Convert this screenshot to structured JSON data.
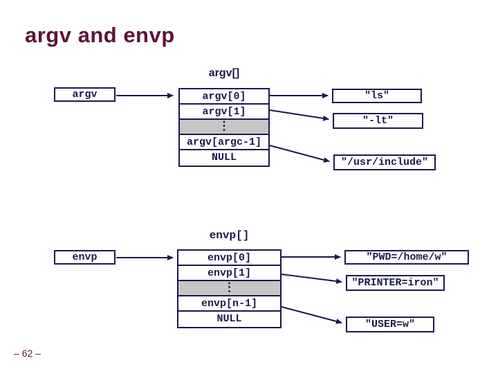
{
  "slide": {
    "title": "argv and envp",
    "page_number": "– 62 –"
  },
  "colors": {
    "title_maroon": "#5E1238",
    "diagram_navy": "#19194B",
    "ellipsis_row_gray": "#C6C6C6"
  },
  "argv": {
    "array_label": "argv[]",
    "pointer_label": "argv",
    "cells": [
      "argv[0]",
      "argv[1]",
      "⋮",
      "argv[argc-1]",
      "NULL"
    ],
    "strings": [
      "\"ls\"",
      "\"-lt\"",
      "\"/usr/include\""
    ]
  },
  "envp": {
    "array_label": "envp[]",
    "pointer_label": "envp",
    "cells": [
      "envp[0]",
      "envp[1]",
      "⋮",
      "envp[n-1]",
      "NULL"
    ],
    "strings": [
      "\"PWD=/home/w\"",
      "\"PRINTER=iron\"",
      "\"USER=w\""
    ]
  }
}
